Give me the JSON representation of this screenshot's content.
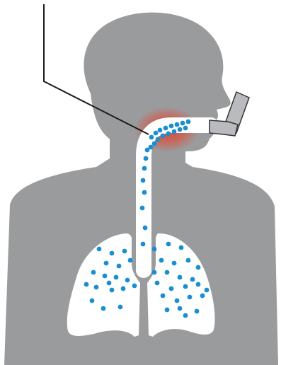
{
  "diagram": {
    "subject": "inhaler-medication-deposition",
    "colors": {
      "background": "#ffffff",
      "silhouette": "#9a9b9d",
      "airway": "#ffffff",
      "particle": "#1a8ed0",
      "deposition_glow": "#e8402a",
      "inhaler_body": "#b9bbbe",
      "inhaler_outline": "#333333",
      "pointer_line": "#1a1a1a"
    },
    "icons": [
      "human-silhouette",
      "airway",
      "lungs",
      "inhaler-icon",
      "medication-particles",
      "throat-deposition-glow",
      "pointer-line"
    ]
  }
}
